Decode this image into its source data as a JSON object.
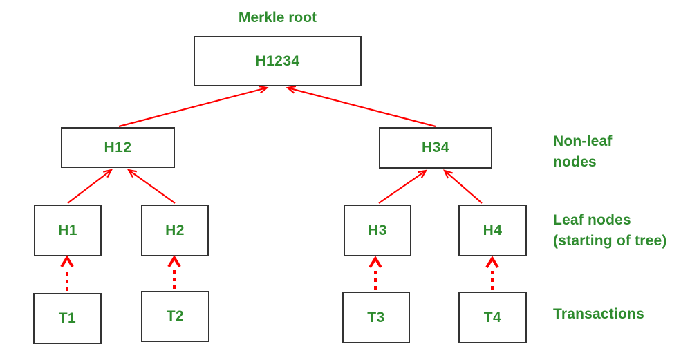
{
  "diagram": {
    "title": "Merkle root",
    "nodes": {
      "h1234": {
        "label": "H1234"
      },
      "h12": {
        "label": "H12"
      },
      "h34": {
        "label": "H34"
      },
      "h1": {
        "label": "H1"
      },
      "h2": {
        "label": "H2"
      },
      "h3": {
        "label": "H3"
      },
      "h4": {
        "label": "H4"
      },
      "t1": {
        "label": "T1"
      },
      "t2": {
        "label": "T2"
      },
      "t3": {
        "label": "T3"
      },
      "t4": {
        "label": "T4"
      }
    },
    "annotations": {
      "non_leaf_nodes": "Non-leaf\nnodes",
      "leaf_nodes": "Leaf nodes\n(starting of tree)",
      "transactions": "Transactions"
    },
    "colors": {
      "text_green": "#2e8b2e",
      "arrow_red": "#ff0000",
      "box_border": "#333333",
      "background": "#ffffff"
    }
  }
}
